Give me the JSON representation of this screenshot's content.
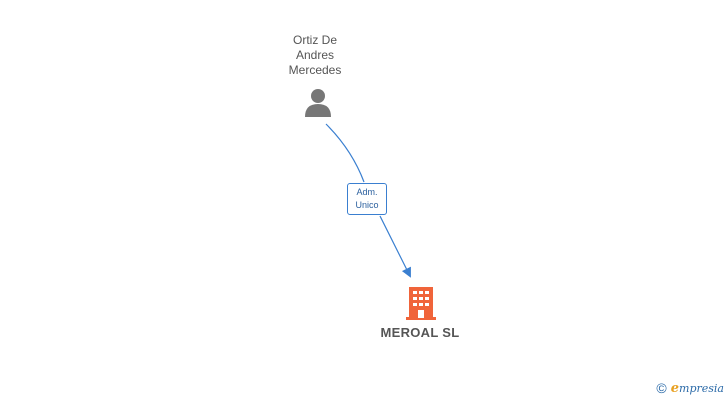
{
  "nodes": {
    "person": {
      "name_line1": "Ortiz De",
      "name_line2": "Andres",
      "name_line3": "Mercedes",
      "icon": "person-icon",
      "color": "#777777"
    },
    "company": {
      "name": "MEROAL SL",
      "icon": "building-icon",
      "color": "#f0643a"
    }
  },
  "edges": [
    {
      "from": "person",
      "to": "company",
      "label_line1": "Adm.",
      "label_line2": "Unico",
      "color": "#3a7fd0"
    }
  ],
  "brand": {
    "symbol": "©",
    "e_letter": "e",
    "rest": "mpresia"
  }
}
